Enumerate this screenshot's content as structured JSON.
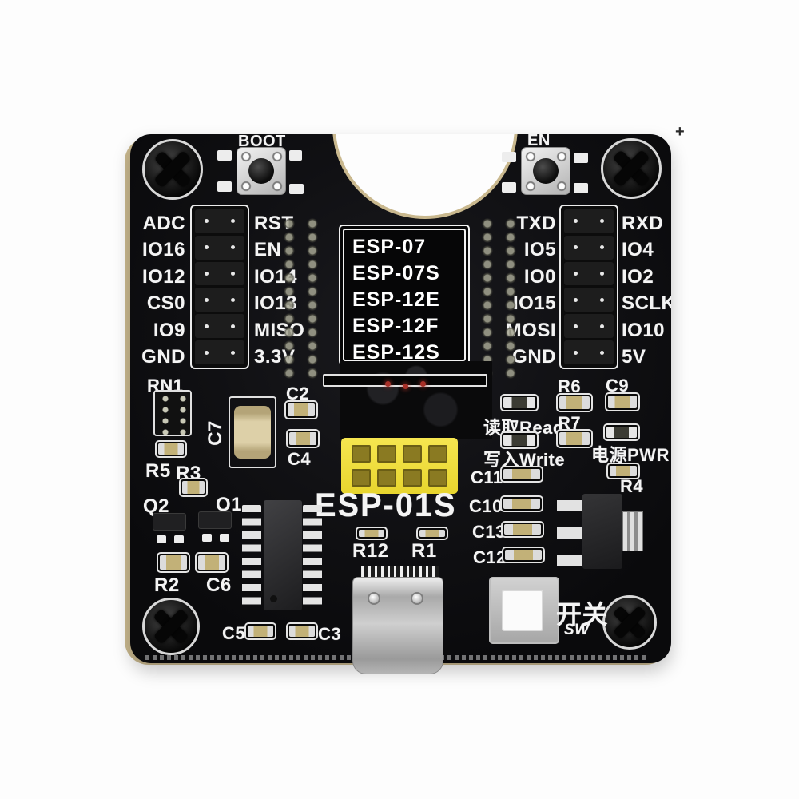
{
  "product": {
    "type_note": "ESP8266 module programmer / test board photo"
  },
  "module_box": [
    "ESP-07",
    "ESP-07S",
    "ESP-12E",
    "ESP-12F",
    "ESP-12S"
  ],
  "left_header_outer": [
    "ADC",
    "IO16",
    "IO12",
    "CS0",
    "IO9",
    "GND"
  ],
  "left_header_inner": [
    "RST",
    "EN",
    "IO14",
    "IO13",
    "MISO",
    "3.3V"
  ],
  "right_header_inner": [
    "TXD",
    "IO5",
    "IO0",
    "IO15",
    "MOSI",
    "GND"
  ],
  "right_header_outer": [
    "RXD",
    "IO4",
    "IO2",
    "SCLK",
    "IO10",
    "5V"
  ],
  "labels": {
    "boot": "BOOT",
    "en": "EN",
    "socket": "ESP-01S",
    "read": "读取Read",
    "write": "写入Write",
    "pwr": "电源PWR",
    "sw_zh": "开关",
    "sw_en": "SW",
    "rn1": "RN1",
    "r5": "R5",
    "r3": "R3",
    "c7": "C7",
    "c2": "C2",
    "c4": "C4",
    "q2": "Q2",
    "q1": "Q1",
    "r2": "R2",
    "c6": "C6",
    "r12": "R12",
    "r1": "R1",
    "c5": "C5",
    "c3": "C3",
    "r6": "R6",
    "c9": "C9",
    "r7": "R7",
    "r4": "R4",
    "c11": "C11",
    "c10": "C10",
    "c13": "C13",
    "c12": "C12",
    "fiducial": "+"
  },
  "colors": {
    "board_black": "#101013",
    "pcb_edge_tan": "#c9b88e",
    "silkscreen_white": "#f2f2f2",
    "socket_yellow": "#f2e042",
    "capacitor_tan": "#d6c69c",
    "metal_silver": "#c8c8c8",
    "test_pin_red": "#a83028"
  }
}
